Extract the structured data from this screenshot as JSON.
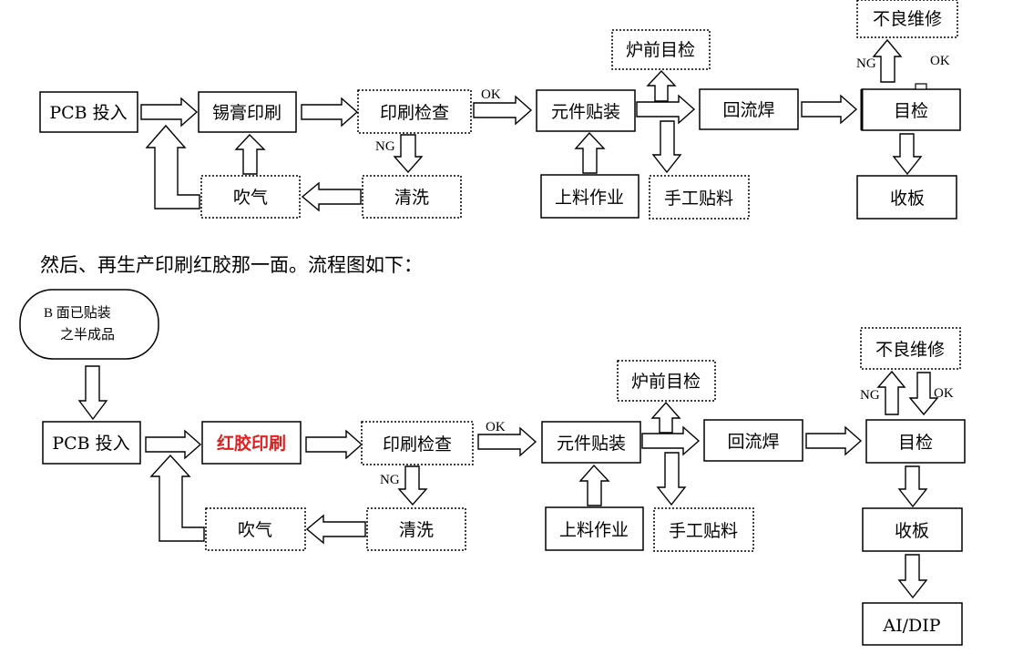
{
  "caption": "然后、再生产印刷红胶那一面。流程图如下：",
  "flow1": {
    "pcb_in": "PCB 投入",
    "paste_print": "锡膏印刷",
    "print_check": "印刷检查",
    "component_mount": "元件贴装",
    "reflow": "回流焊",
    "visual_check": "目检",
    "pre_furnace_check": "炉前目检",
    "defect_repair": "不良维修",
    "blow": "吹气",
    "clean": "清洗",
    "loading": "上料作业",
    "manual_mount": "手工贴料",
    "collect_board": "收板",
    "ok_label_1": "OK",
    "ng_label_1": "NG",
    "ng_label_2": "NG",
    "ok_label_2": "OK"
  },
  "flow2": {
    "semi_line1": "B  面已贴装",
    "semi_line2": "之半成品",
    "pcb_in": "PCB 投入",
    "glue_print": "红胶印刷",
    "print_check": "印刷检查",
    "component_mount": "元件贴装",
    "reflow": "回流焊",
    "visual_check": "目检",
    "pre_furnace_check": "炉前目检",
    "defect_repair": "不良维修",
    "blow": "吹气",
    "clean": "清洗",
    "loading": "上料作业",
    "manual_mount": "手工贴料",
    "collect_board": "收板",
    "ai_dip": "AI/DIP",
    "ok_label_1": "OK",
    "ng_label_1": "NG",
    "ng_label_2": "NG",
    "ok_label_2": "OK"
  },
  "colors": {
    "line": "#000000",
    "highlight_text": "#e02020",
    "background": "#ffffff"
  }
}
